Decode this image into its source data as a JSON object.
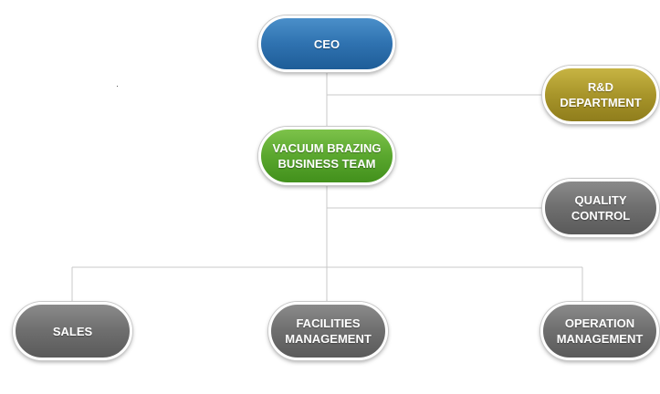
{
  "org_chart": {
    "ceo": "CEO",
    "rnd": "R&D\nDEPARTMENT",
    "business_team": "VACUUM BRAZING\nBUSINESS TEAM",
    "quality": "QUALITY\nCONTROL",
    "sales": "SALES",
    "facilities": "FACILITIES\nMANAGEMENT",
    "operation": "OPERATION\nMANAGEMENT"
  },
  "colors": {
    "ceo": "#2f72b0",
    "rnd": "#a8952a",
    "business_team": "#5aa72e",
    "departments": "#6e6e6e",
    "connector": "#c8c8c8"
  }
}
